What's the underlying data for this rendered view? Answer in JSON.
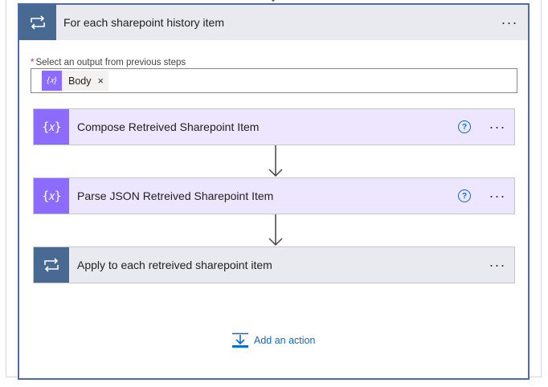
{
  "loop": {
    "title": "For each sharepoint history item",
    "more_label": "···",
    "icon": "loop-icon"
  },
  "input_field": {
    "required_marker": "*",
    "label": "Select an output from previous steps",
    "token": {
      "icon": "compose-icon",
      "icon_glyph": "{𝑥}",
      "label": "Body",
      "remove_label": "×"
    }
  },
  "actions": [
    {
      "title": "Compose Retreived Sharepoint Item",
      "icon": "compose-icon",
      "icon_glyph": "{𝑥}",
      "help_label": "?",
      "more_label": "···"
    },
    {
      "title": "Parse JSON Retreived Sharepoint Item",
      "icon": "compose-icon",
      "icon_glyph": "{𝑥}",
      "help_label": "?",
      "more_label": "···"
    },
    {
      "title": "Apply to each retreived sharepoint item",
      "icon": "loop-icon",
      "more_label": "···"
    }
  ],
  "add_action": {
    "label": "Add an action",
    "icon": "add-action-icon"
  },
  "colors": {
    "loop_border": "#4f6bab",
    "loop_header_bg": "#e8eaf0",
    "loop_icon_bg": "#486991",
    "compose_icon_bg": "#8c6cff",
    "compose_card_bg": "#ece6ff",
    "link_blue": "#0a6cce",
    "required_red": "#c4314b"
  }
}
